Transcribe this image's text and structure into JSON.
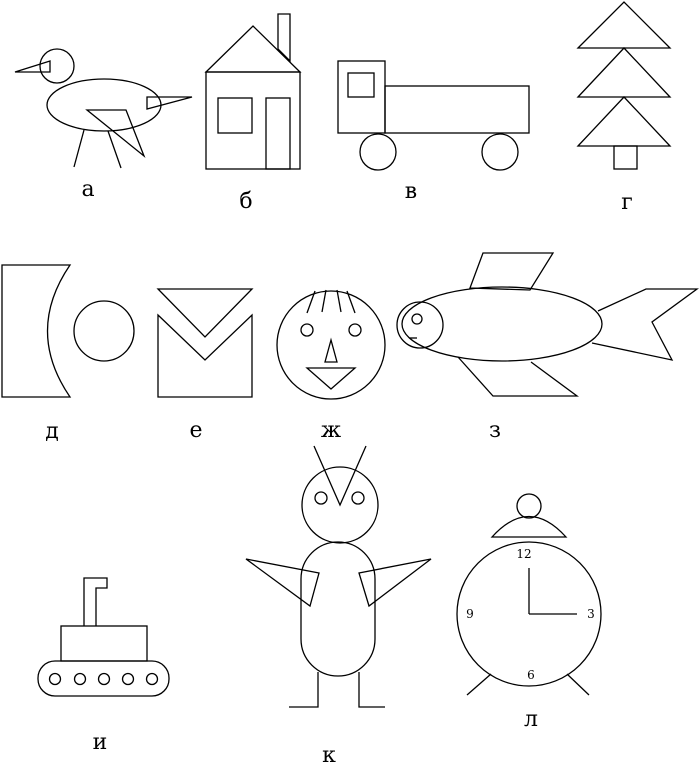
{
  "figures": [
    {
      "key": "bird",
      "label": "а"
    },
    {
      "key": "house",
      "label": "б"
    },
    {
      "key": "truck",
      "label": "в"
    },
    {
      "key": "tree",
      "label": "г"
    },
    {
      "key": "moon-and-sun",
      "label": "д"
    },
    {
      "key": "envelope",
      "label": "е"
    },
    {
      "key": "face",
      "label": "ж"
    },
    {
      "key": "fish",
      "label": "з"
    },
    {
      "key": "tank",
      "label": "и"
    },
    {
      "key": "penguin",
      "label": "к"
    },
    {
      "key": "alarm-clock",
      "label": "л"
    }
  ],
  "clock": {
    "n12": "12",
    "n3": "3",
    "n6": "6",
    "n9": "9"
  }
}
